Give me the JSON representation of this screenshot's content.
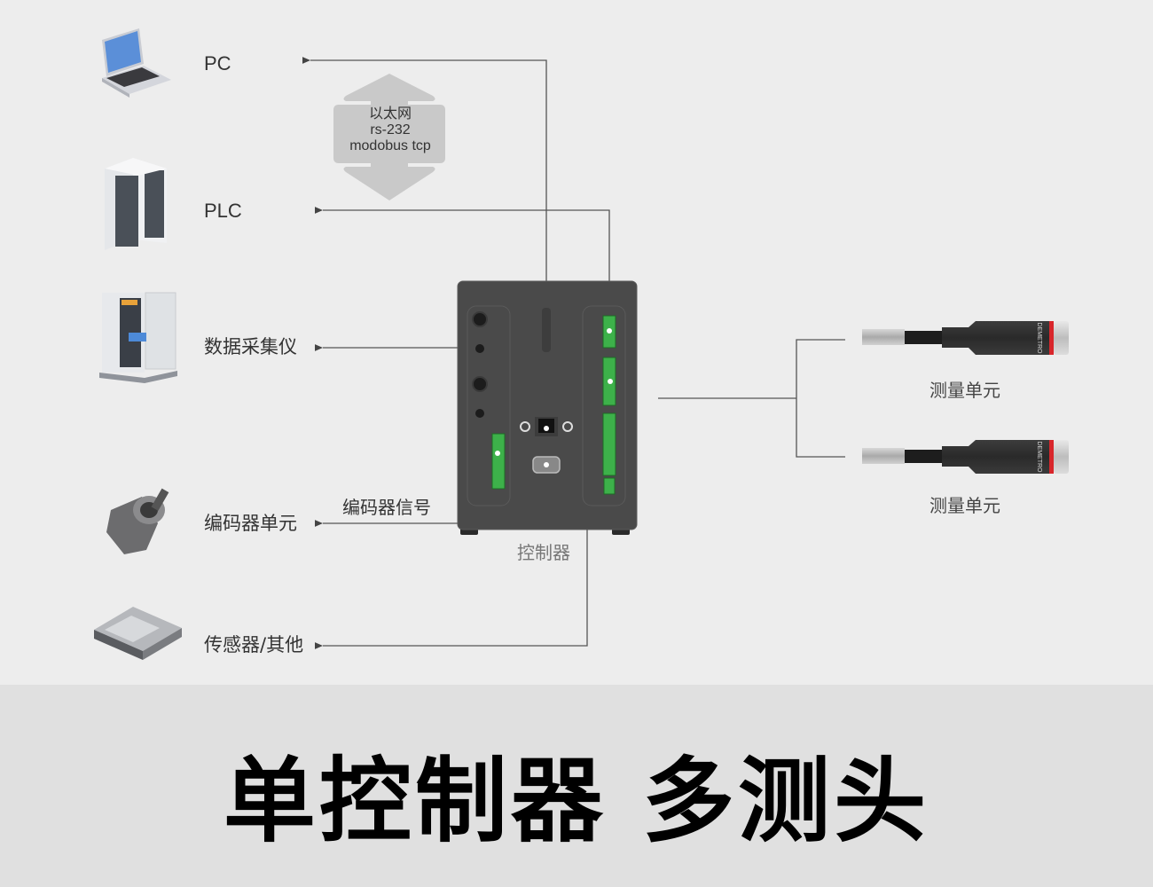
{
  "devices": [
    {
      "id": "pc",
      "label": "PC",
      "icon": "laptop-icon"
    },
    {
      "id": "plc",
      "label": "PLC",
      "icon": "server-rack-icon"
    },
    {
      "id": "daq",
      "label": "数据采集仪",
      "icon": "data-cabinet-icon"
    },
    {
      "id": "encoder",
      "label": "编码器单元",
      "icon": "encoder-icon"
    },
    {
      "id": "sensor",
      "label": "传感器/其他",
      "icon": "sensor-box-icon"
    }
  ],
  "protocol": {
    "lines": [
      "以太网",
      "rs-232",
      "modobus tcp"
    ]
  },
  "encoder_signal_label": "编码器信号",
  "controller": {
    "caption": "控制器",
    "body_color": "#4a4a4a",
    "terminal_color": "#3db14a"
  },
  "probes": [
    {
      "label": "测量单元",
      "brand": "DEMETRO"
    },
    {
      "label": "测量单元",
      "brand": "DEMETRO"
    }
  ],
  "colors": {
    "background": "#ededed",
    "banner": "#e0e0e0",
    "line": "#555555",
    "probe_ring": "#d8262b"
  },
  "banner": {
    "title": "单控制器 多测头"
  }
}
